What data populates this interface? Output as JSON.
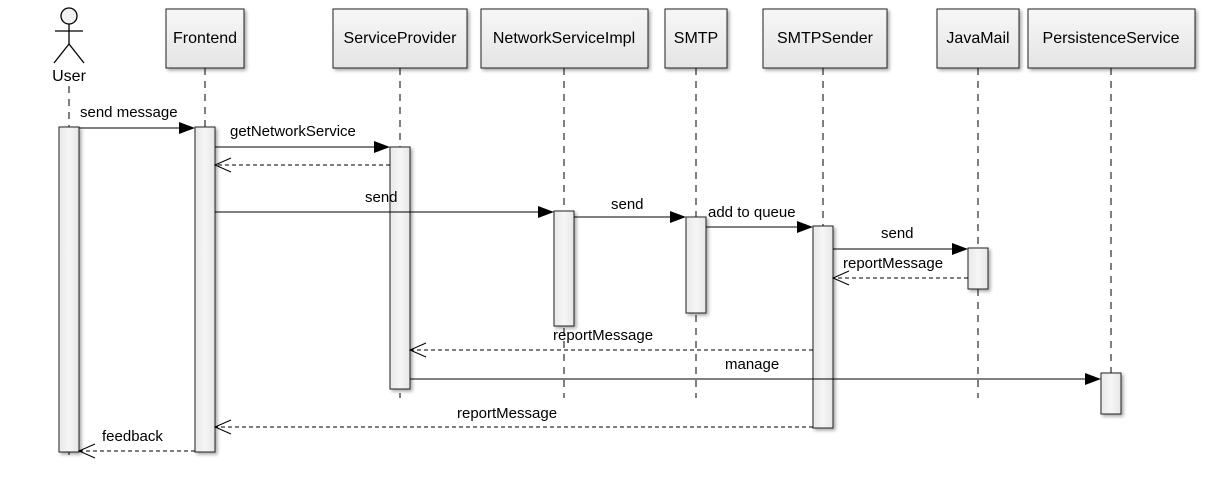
{
  "participants": [
    {
      "id": "user",
      "label": "User",
      "kind": "actor"
    },
    {
      "id": "frontend",
      "label": "Frontend",
      "kind": "box"
    },
    {
      "id": "serviceprovider",
      "label": "ServiceProvider",
      "kind": "box"
    },
    {
      "id": "networkserviceimpl",
      "label": "NetworkServiceImpl",
      "kind": "box"
    },
    {
      "id": "smtp",
      "label": "SMTP",
      "kind": "box"
    },
    {
      "id": "smtpsender",
      "label": "SMTPSender",
      "kind": "box"
    },
    {
      "id": "javamail",
      "label": "JavaMail",
      "kind": "box"
    },
    {
      "id": "persistenceservice",
      "label": "PersistenceService",
      "kind": "box"
    }
  ],
  "messages": [
    {
      "id": "m1",
      "from": "user",
      "to": "frontend",
      "label": "send message",
      "type": "sync"
    },
    {
      "id": "m2",
      "from": "frontend",
      "to": "serviceprovider",
      "label": "getNetworkService",
      "type": "sync"
    },
    {
      "id": "m3",
      "from": "serviceprovider",
      "to": "frontend",
      "label": "",
      "type": "return"
    },
    {
      "id": "m4",
      "from": "frontend",
      "to": "networkserviceimpl",
      "label": "send",
      "type": "sync"
    },
    {
      "id": "m5",
      "from": "networkserviceimpl",
      "to": "smtp",
      "label": "send",
      "type": "sync"
    },
    {
      "id": "m6",
      "from": "smtp",
      "to": "smtpsender",
      "label": "add to queue",
      "type": "sync"
    },
    {
      "id": "m7",
      "from": "smtpsender",
      "to": "javamail",
      "label": "send",
      "type": "sync"
    },
    {
      "id": "m8",
      "from": "javamail",
      "to": "smtpsender",
      "label": "reportMessage",
      "type": "return"
    },
    {
      "id": "m9",
      "from": "smtpsender",
      "to": "serviceprovider",
      "label": "reportMessage",
      "type": "return"
    },
    {
      "id": "m10",
      "from": "serviceprovider",
      "to": "persistenceservice",
      "label": "manage",
      "type": "sync"
    },
    {
      "id": "m11",
      "from": "smtpsender",
      "to": "frontend",
      "label": "reportMessage",
      "type": "return"
    },
    {
      "id": "m12",
      "from": "frontend",
      "to": "user",
      "label": "feedback",
      "type": "return"
    }
  ]
}
